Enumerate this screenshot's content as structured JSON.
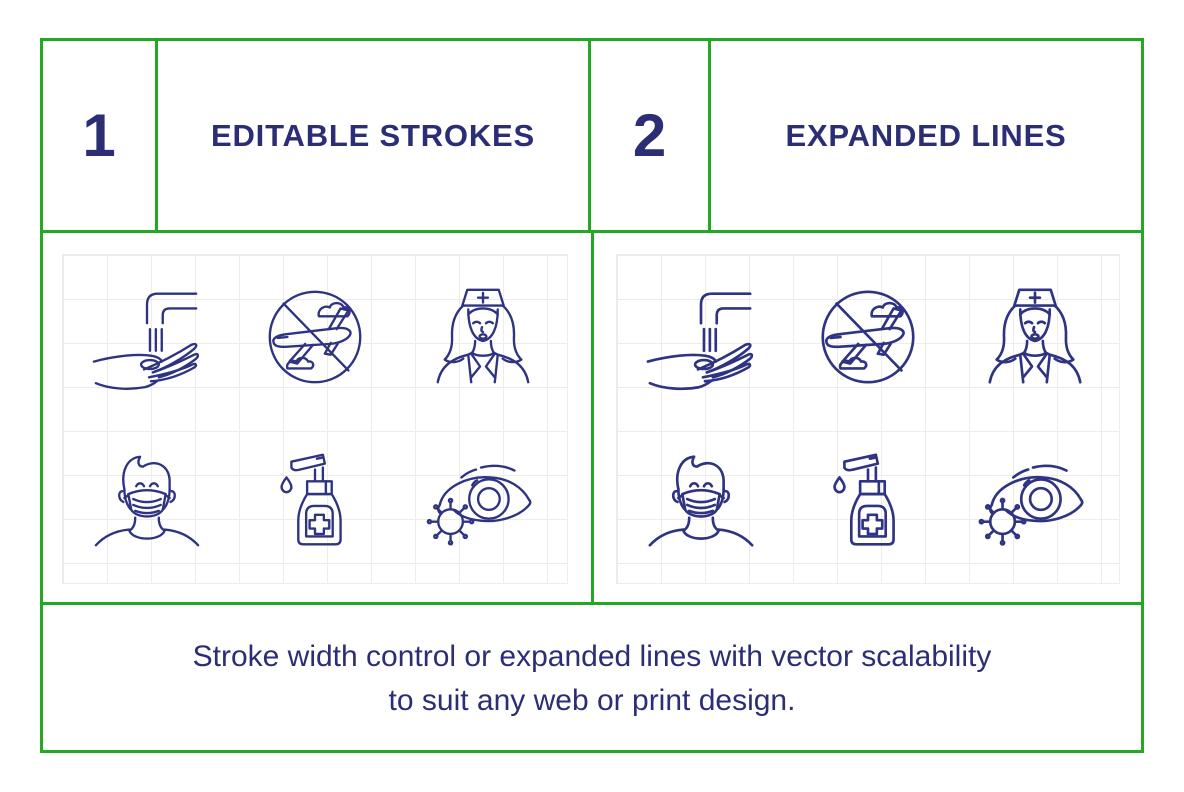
{
  "page": {
    "background": "#ffffff",
    "frame_color": "#22a822",
    "text_color": "#2c2e75",
    "icon_stroke_color": "#2e3382",
    "grid_line_color": "#ececec"
  },
  "header": {
    "left": {
      "number": "1",
      "label": "EDITABLE STROKES"
    },
    "right": {
      "number": "2",
      "label": "EXPANDED LINES"
    }
  },
  "panels": [
    {
      "id": "editable-strokes",
      "stroke_width": 2.4,
      "icons": [
        "hand-washing",
        "no-air-travel",
        "nurse",
        "man-face-mask",
        "hand-sanitizer",
        "eye-virus"
      ]
    },
    {
      "id": "expanded-lines",
      "stroke_width": 2.7,
      "icons": [
        "hand-washing",
        "no-air-travel",
        "nurse",
        "man-face-mask",
        "hand-sanitizer",
        "eye-virus"
      ]
    }
  ],
  "caption": {
    "line1": "Stroke width control or expanded lines with vector scalability",
    "line2": "to suit any web or print design."
  }
}
